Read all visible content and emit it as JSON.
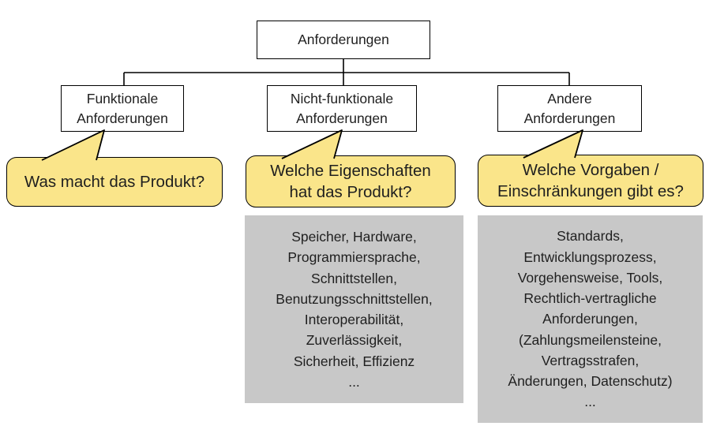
{
  "colors": {
    "line": "#000000",
    "text": "#1f1f1f",
    "bubble_fill": "#FAE58A",
    "example_fill": "#C8C8C8"
  },
  "diagram": {
    "root": {
      "label": "Anforderungen"
    },
    "branches": [
      {
        "node": {
          "lines": [
            "Funktionale",
            "Anforderungen"
          ]
        },
        "question": {
          "lines": [
            "Was macht das Produkt?"
          ]
        },
        "examples": {
          "lines": []
        }
      },
      {
        "node": {
          "lines": [
            "Nicht-funktionale",
            "Anforderungen"
          ]
        },
        "question": {
          "lines": [
            "Welche Eigenschaften",
            "hat das Produkt?"
          ]
        },
        "examples": {
          "lines": [
            "Speicher, Hardware,",
            "Programmiersprache,",
            "Schnittstellen,",
            "Benutzungsschnittstellen,",
            "Interoperabilität,",
            "Zuverlässigkeit,",
            "Sicherheit, Effizienz",
            "..."
          ]
        }
      },
      {
        "node": {
          "lines": [
            "Andere",
            "Anforderungen"
          ]
        },
        "question": {
          "lines": [
            "Welche Vorgaben /",
            "Einschränkungen gibt es?"
          ]
        },
        "examples": {
          "lines": [
            "Standards,",
            "Entwicklungsprozess,",
            "Vorgehensweise, Tools,",
            "Rechtlich-vertragliche",
            "Anforderungen,",
            "(Zahlungsmeilensteine,",
            "Vertragsstrafen,",
            "Änderungen, Datenschutz)",
            "..."
          ]
        }
      }
    ]
  }
}
